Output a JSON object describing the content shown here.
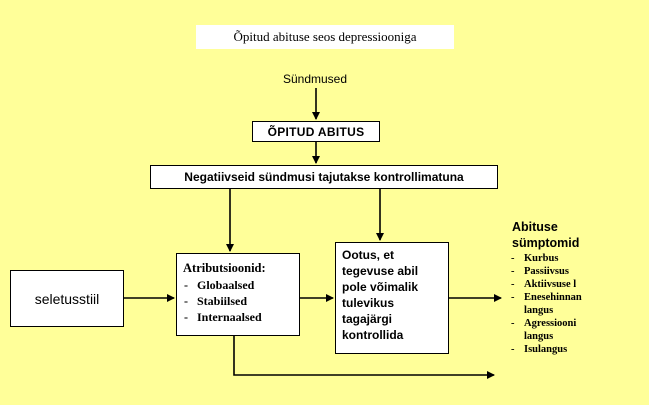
{
  "title": "Õpitud abituse seos depressiooniga",
  "source_label": "Sündmused",
  "boxes": {
    "opitud_abitus": "ÕPITUD ABITUS",
    "negatiivseid": "Negatiivseid sündmusi tajutakse kontrollimatuna",
    "seletusstiil": "seletusstiil",
    "atributsioonid": {
      "heading": "Atributsioonid:",
      "items": [
        "Globaalsed",
        "Stabiilsed",
        "Internaalsed"
      ]
    },
    "ootus": [
      "Ootus, et",
      "tegevuse abil",
      "pole võimalik",
      "tulevikus",
      "tagajärgi",
      "kontrollida"
    ]
  },
  "symptoms": {
    "heading": [
      "Abituse",
      "sümptomid"
    ],
    "items": [
      [
        "Kurbus"
      ],
      [
        "Passiivsus"
      ],
      [
        "Aktiivsuse l"
      ],
      [
        "Enesehinnan",
        "langus"
      ],
      [
        "Agressiooni",
        "langus"
      ],
      [
        "Isulangus"
      ]
    ]
  }
}
